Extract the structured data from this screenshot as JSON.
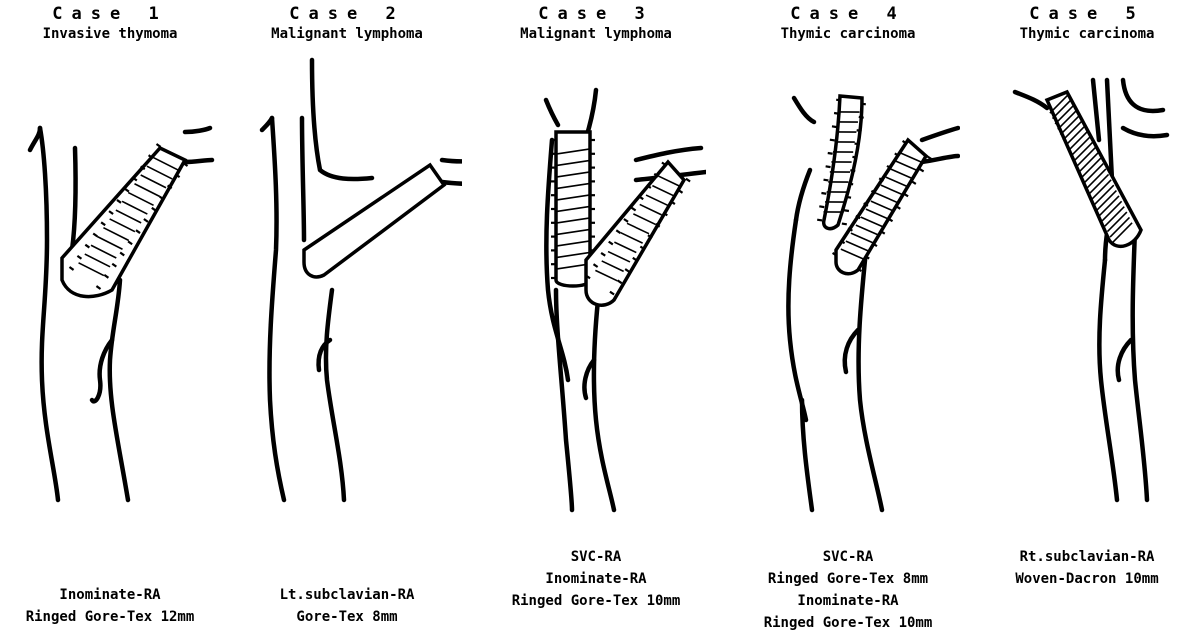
{
  "cases": [
    {
      "case_label": "Case 1",
      "diagnosis": "Invasive thymoma",
      "caption_lines": [
        "Inominate-RA",
        "Ringed Gore-Tex 12mm"
      ],
      "graft_types": [
        "ringed"
      ]
    },
    {
      "case_label": "Case 2",
      "diagnosis": "Malignant lymphoma",
      "caption_lines": [
        "Lt.subclavian-RA",
        "Gore-Tex 8mm"
      ],
      "graft_types": [
        "plain"
      ]
    },
    {
      "case_label": "Case 3",
      "diagnosis": "Malignant lymphoma",
      "caption_lines": [
        "SVC-RA",
        "Inominate-RA",
        "Ringed Gore-Tex 10mm"
      ],
      "graft_types": [
        "ringed",
        "ringed"
      ]
    },
    {
      "case_label": "Case 4",
      "diagnosis": "Thymic carcinoma",
      "caption_lines": [
        "SVC-RA",
        "Ringed Gore-Tex 8mm",
        "Inominate-RA",
        "Ringed Gore-Tex 10mm"
      ],
      "graft_types": [
        "ringed",
        "ringed"
      ]
    },
    {
      "case_label": "Case 5",
      "diagnosis": "Thymic carcinoma",
      "caption_lines": [
        "Rt.subclavian-RA",
        "Woven-Dacron 10mm"
      ],
      "graft_types": [
        "woven"
      ]
    }
  ]
}
